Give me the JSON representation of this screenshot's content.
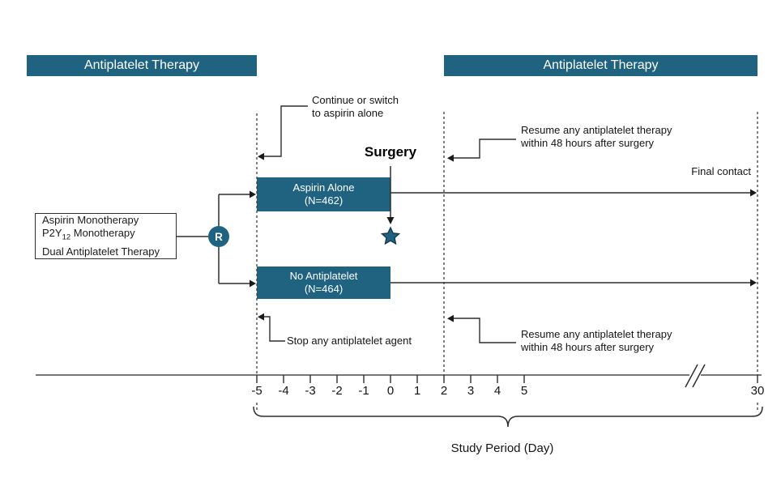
{
  "colors": {
    "teal": "#1f6380",
    "line": "#2e2e2e",
    "text": "#1a1a1a"
  },
  "headers": {
    "left_label": "Antiplatelet Therapy",
    "right_label": "Antiplatelet Therapy"
  },
  "enrollment_box": {
    "line1": "Aspirin Monotherapy",
    "line2_prefix": "P2Y",
    "line2_sub": "12",
    "line2_suffix": " Monotherapy",
    "line3": "Dual Antiplatelet Therapy"
  },
  "randomization_label": "R",
  "arms": [
    {
      "name": "Aspirin Alone",
      "n": "(N=462)"
    },
    {
      "name": "No Antiplatelet",
      "n": "(N=464)"
    }
  ],
  "annotations": {
    "continue_line1": "Continue or switch",
    "continue_line2": "to aspirin alone",
    "resume_top_line1": "Resume any antiplatelet therapy",
    "resume_top_line2": "within 48 hours after surgery",
    "resume_bottom_line1": "Resume any antiplatelet therapy",
    "resume_bottom_line2": "within 48 hours after surgery",
    "stop_label": "Stop any antiplatelet agent",
    "surgery_label": "Surgery",
    "final_contact_label": "Final contact"
  },
  "timeline": {
    "tick_labels": [
      "-5",
      "-4",
      "-3",
      "-2",
      "-1",
      "0",
      "1",
      "2",
      "3",
      "4",
      "5",
      "30"
    ],
    "axis_label": "Study Period (Day)"
  }
}
